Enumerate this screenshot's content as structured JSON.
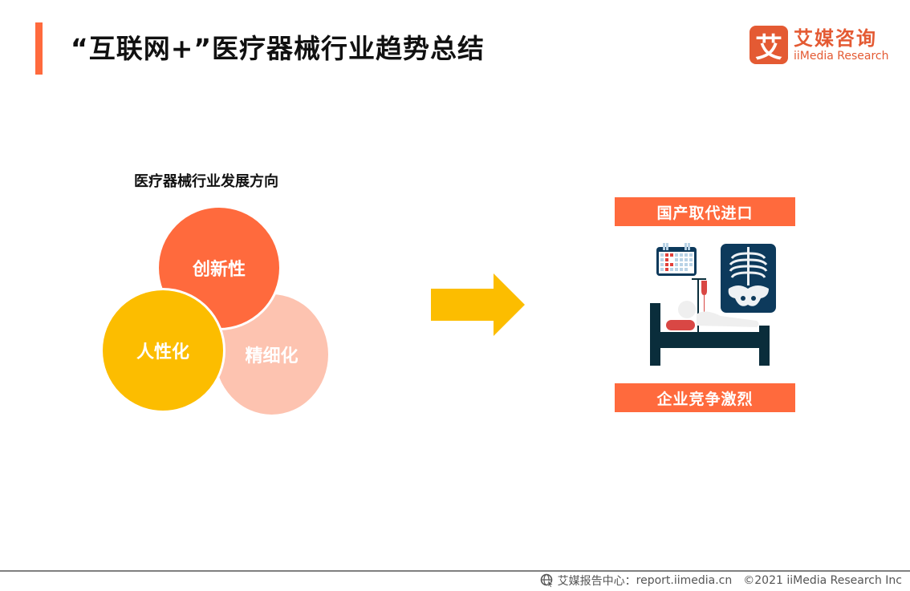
{
  "header": {
    "title": "“互联网+”医疗器械行业趋势总结",
    "accent_color": "#ff6a3d"
  },
  "logo": {
    "mark": "艾",
    "name_cn": "艾媒咨询",
    "name_en": "iiMedia Research",
    "color": "#e45a33"
  },
  "venn": {
    "title": "医疗器械行业发展方向",
    "circles": [
      {
        "label": "创新性",
        "color": "#ff6a3d"
      },
      {
        "label": "人性化",
        "color": "#fcbd00"
      },
      {
        "label": "精细化",
        "color": "#fdc3b0"
      }
    ]
  },
  "arrow": {
    "icon": "right-arrow-icon",
    "color": "#fcbd00"
  },
  "trends": {
    "top_label": "国产取代进口",
    "bottom_label": "企业竞争激烈",
    "illustration": "hospital-bed-xray-icon"
  },
  "footer": {
    "icon": "globe-cursor-icon",
    "source_label": "艾媒报告中心：",
    "url": "report.iimedia.cn",
    "copyright": "©2021  iiMedia Research  Inc"
  }
}
